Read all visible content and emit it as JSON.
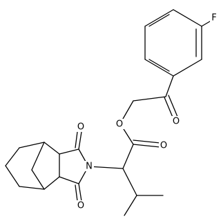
{
  "atoms": {
    "fluorine": "F",
    "ketone_oxygen": "O",
    "ester_oxygen": "O",
    "carbonyl_oxygen": "O",
    "imide_oxygen_top": "O",
    "imide_nitrogen": "N",
    "imide_oxygen_bottom": "O"
  },
  "colors": {
    "line": "#000000",
    "background": "#ffffff"
  }
}
